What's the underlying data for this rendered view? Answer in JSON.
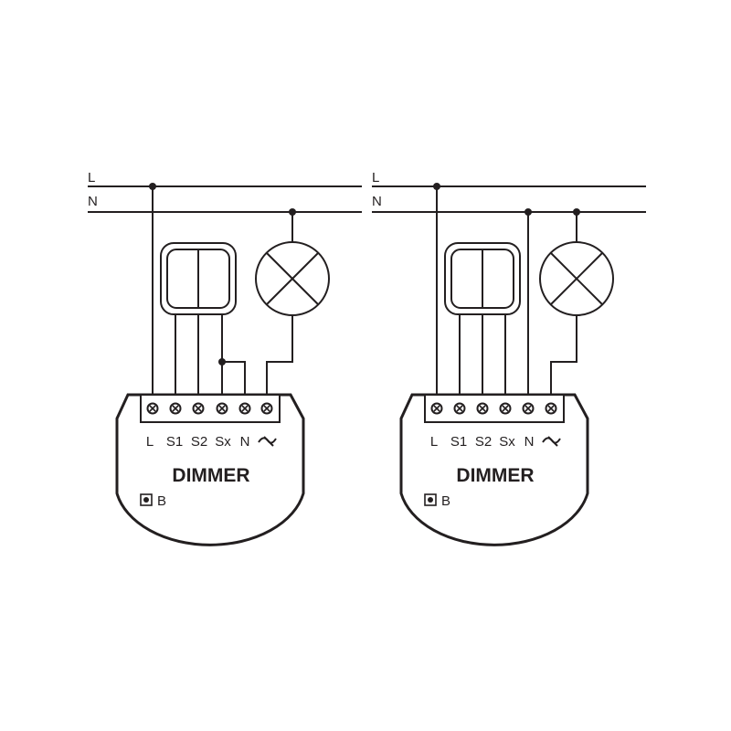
{
  "colors": {
    "ink": "#231f20",
    "background": "#ffffff"
  },
  "diagrams": [
    {
      "line_labels": {
        "live": "L",
        "neutral": "N"
      },
      "terminals": [
        "L",
        "S1",
        "S2",
        "Sx",
        "N"
      ],
      "output_symbol": "dimmable-load-output-icon",
      "title": "DIMMER",
      "button_label": "B",
      "neutral_connected": false
    },
    {
      "line_labels": {
        "live": "L",
        "neutral": "N"
      },
      "terminals": [
        "L",
        "S1",
        "S2",
        "Sx",
        "N"
      ],
      "output_symbol": "dimmable-load-output-icon",
      "title": "DIMMER",
      "button_label": "B",
      "neutral_connected": true
    }
  ]
}
